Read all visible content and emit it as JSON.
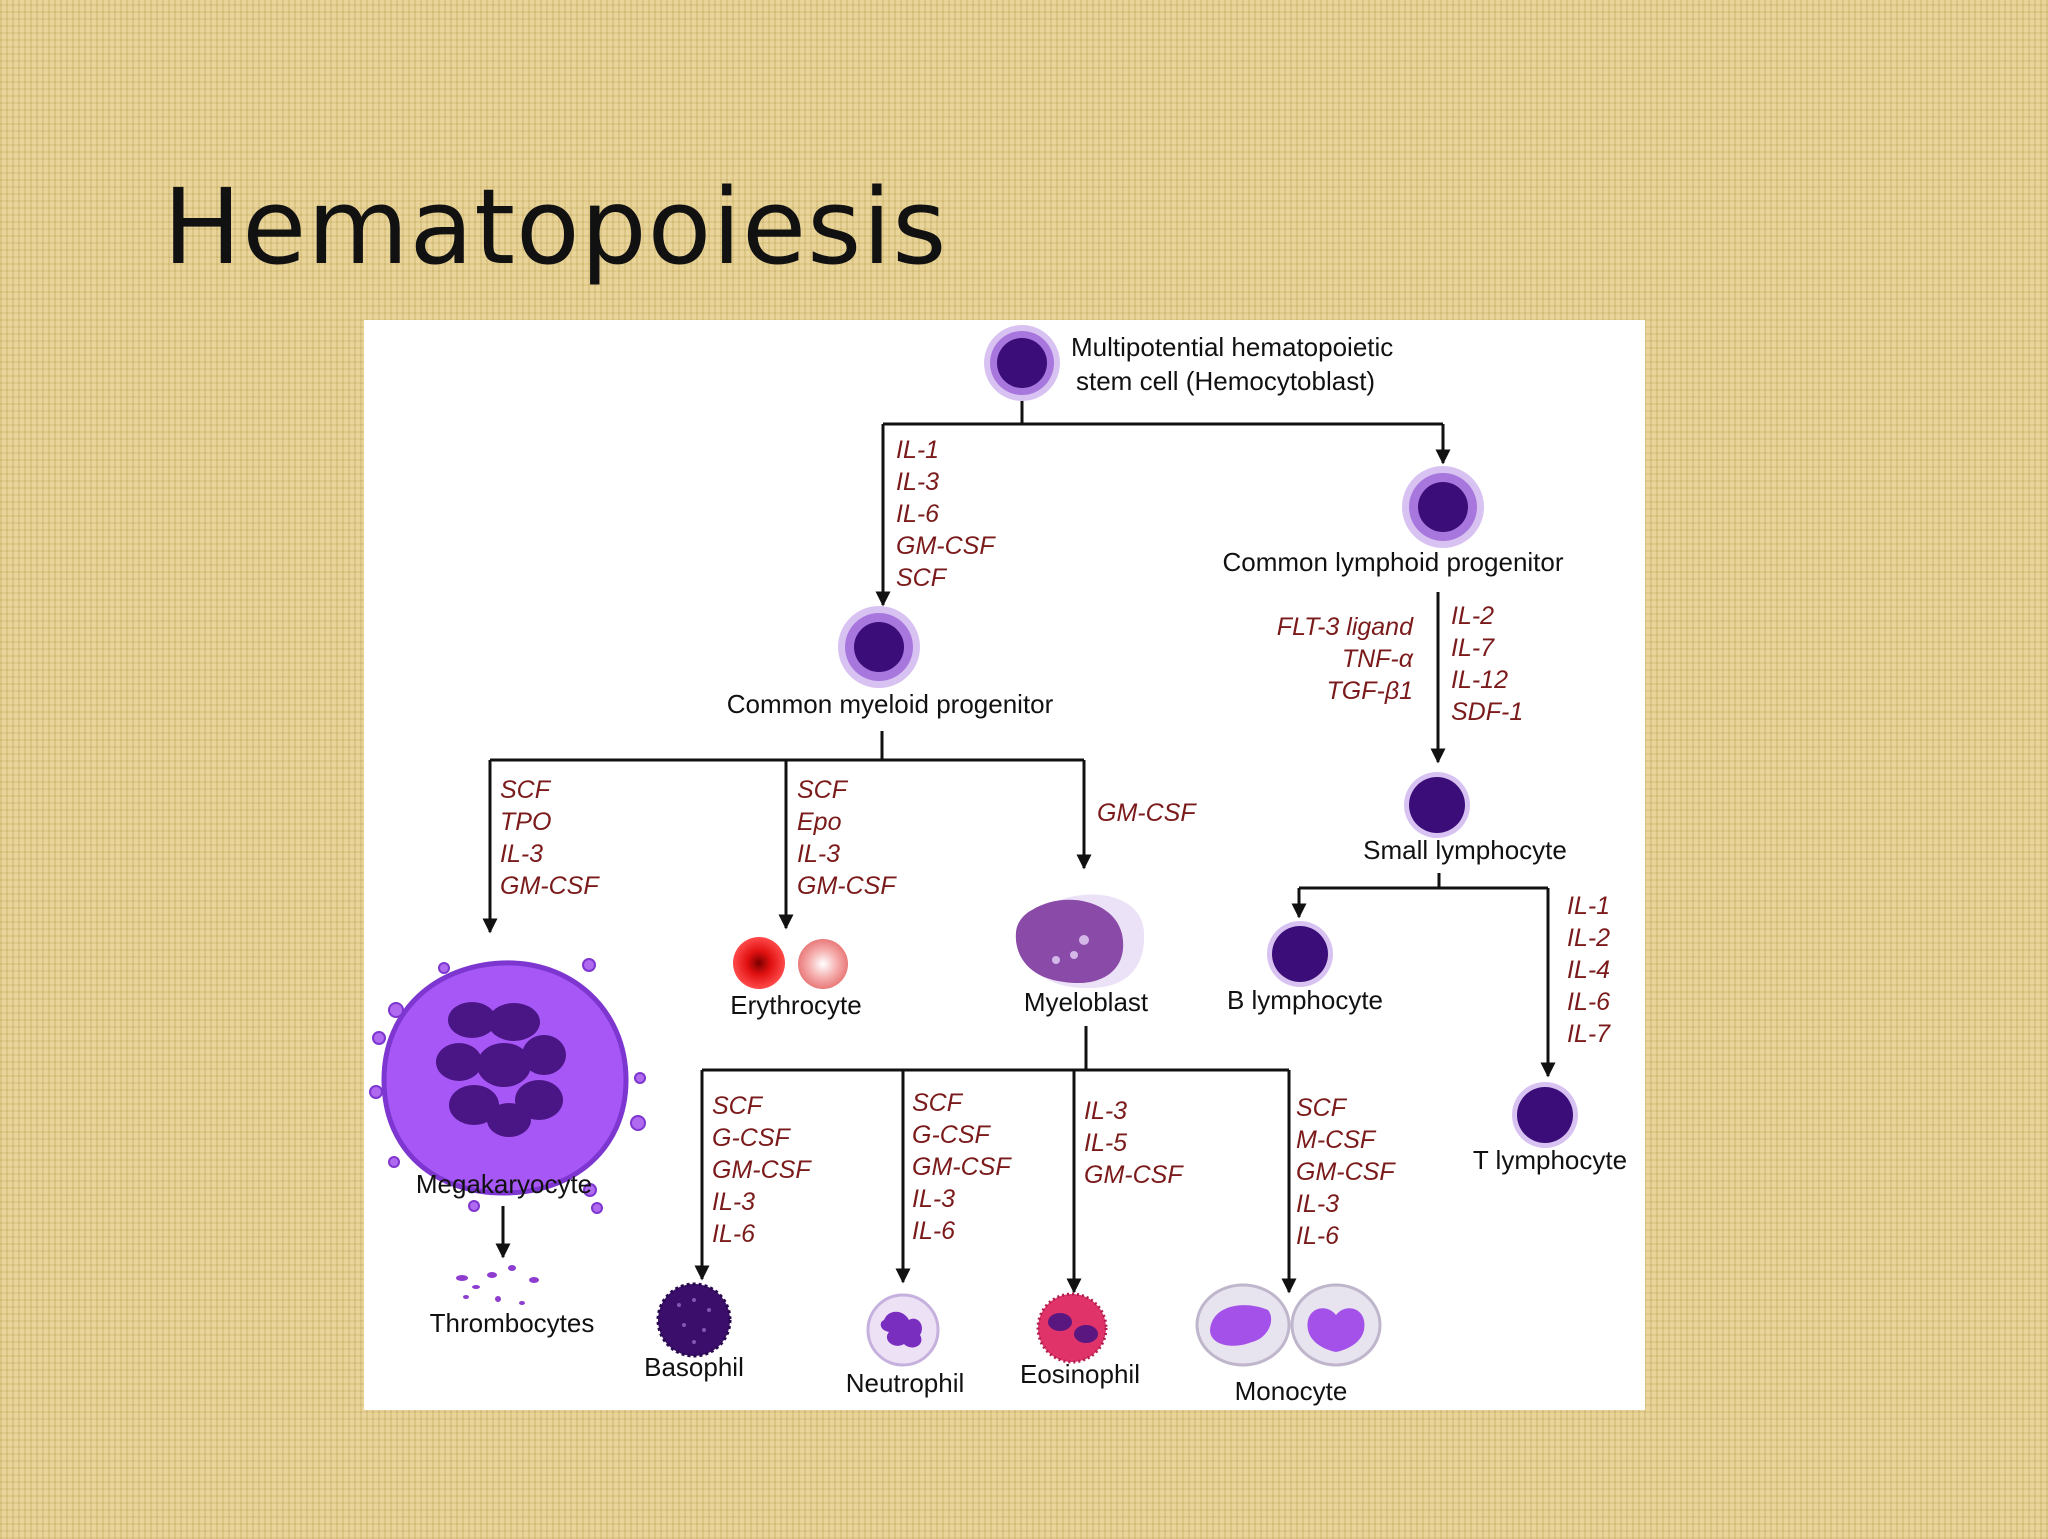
{
  "slide": {
    "title": "Hematopoiesis"
  },
  "diagram": {
    "stem_cell": {
      "line1": "Multipotential hematopoietic",
      "line2": "stem cell   (Hemocytoblast)"
    },
    "myeloid_progenitor": "Common myeloid progenitor",
    "lymphoid_progenitor": "Common lymphoid progenitor",
    "megakaryocyte": "Megakaryocyte",
    "thrombocytes": "Thrombocytes",
    "erythrocyte": "Erythrocyte",
    "myeloblast": "Myeloblast",
    "basophil": "Basophil",
    "neutrophil": "Neutrophil",
    "eosinophil": "Eosinophil",
    "monocyte": "Monocyte",
    "small_lymphocyte": "Small lymphocyte",
    "b_lymphocyte": "B lymphocyte",
    "t_lymphocyte": "T lymphocyte",
    "factors": {
      "to_myeloid": [
        "IL-1",
        "IL-3",
        "IL-6",
        "GM-CSF",
        "SCF"
      ],
      "lymphoid_left": [
        "FLT-3 ligand",
        "TNF-α",
        "TGF-β1"
      ],
      "lymphoid_right": [
        "IL-2",
        "IL-7",
        "IL-12",
        "SDF-1"
      ],
      "to_megakaryocyte": [
        "SCF",
        "TPO",
        "IL-3",
        "GM-CSF"
      ],
      "to_erythrocyte": [
        "SCF",
        "Epo",
        "IL-3",
        "GM-CSF"
      ],
      "to_myeloblast": [
        "GM-CSF"
      ],
      "to_basophil": [
        "SCF",
        "G-CSF",
        "GM-CSF",
        "IL-3",
        "IL-6"
      ],
      "to_neutrophil": [
        "SCF",
        "G-CSF",
        "GM-CSF",
        "IL-3",
        "IL-6"
      ],
      "to_eosinophil": [
        "IL-3",
        "IL-5",
        "GM-CSF"
      ],
      "to_monocyte": [
        "SCF",
        "M-CSF",
        "GM-CSF",
        "IL-3",
        "IL-6"
      ],
      "to_t_lymphocyte": [
        "IL-1",
        "IL-2",
        "IL-4",
        "IL-6",
        "IL-7"
      ]
    }
  }
}
